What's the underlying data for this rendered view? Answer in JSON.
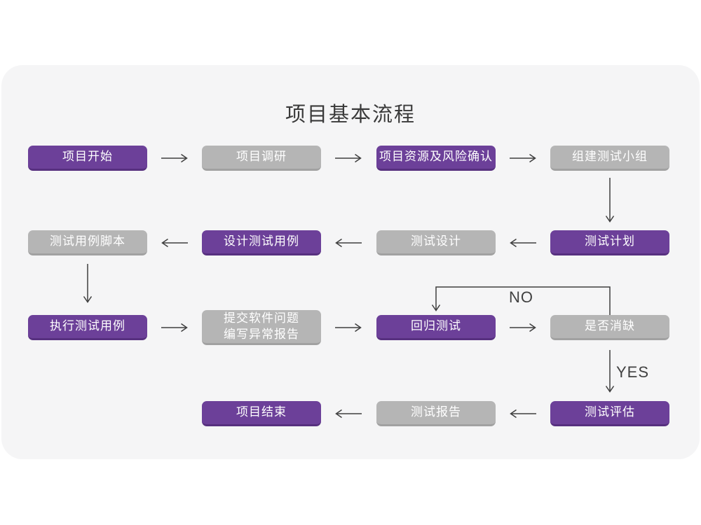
{
  "title": "项目基本流程",
  "edge_labels": {
    "no": "NO",
    "yes": "YES"
  },
  "colors": {
    "page_background": "#ffffff",
    "card_background": "#f5f5f6",
    "node_purple": "#6c4099",
    "node_purple_edge": "#57307f",
    "node_gray": "#b5b5b5",
    "node_gray_edge": "#a1a1a1",
    "arrow": "#3f3f3f",
    "title_text": "#3a3a3a",
    "node_text": "#ffffff"
  },
  "nodes": [
    {
      "id": "project-start",
      "label": "项目开始",
      "variant": "purple",
      "col": 1,
      "row": 1
    },
    {
      "id": "project-research",
      "label": "项目调研",
      "variant": "gray",
      "col": 2,
      "row": 1
    },
    {
      "id": "resources-risk",
      "label": "项目资源及风险确认",
      "variant": "purple",
      "col": 3,
      "row": 1
    },
    {
      "id": "build-test-team",
      "label": "组建测试小组",
      "variant": "gray",
      "col": 4,
      "row": 1
    },
    {
      "id": "test-plan",
      "label": "测试计划",
      "variant": "purple",
      "col": 4,
      "row": 2
    },
    {
      "id": "test-design",
      "label": "测试设计",
      "variant": "gray",
      "col": 3,
      "row": 2
    },
    {
      "id": "design-cases",
      "label": "设计测试用例",
      "variant": "purple",
      "col": 2,
      "row": 2
    },
    {
      "id": "case-scripts",
      "label": "测试用例脚本",
      "variant": "gray",
      "col": 1,
      "row": 2
    },
    {
      "id": "execute-cases",
      "label": "执行测试用例",
      "variant": "purple",
      "col": 1,
      "row": 3
    },
    {
      "id": "submit-issues",
      "label": "提交软件问题 编写异常报告",
      "lines": [
        "提交软件问题",
        "编写异常报告"
      ],
      "variant": "gray",
      "col": 2,
      "row": 3
    },
    {
      "id": "regression-test",
      "label": "回归测试",
      "variant": "purple",
      "col": 3,
      "row": 3
    },
    {
      "id": "defect-cleared",
      "label": "是否消缺",
      "variant": "gray",
      "col": 4,
      "row": 3
    },
    {
      "id": "test-evaluation",
      "label": "测试评估",
      "variant": "purple",
      "col": 4,
      "row": 4
    },
    {
      "id": "test-report",
      "label": "测试报告",
      "variant": "gray",
      "col": 3,
      "row": 4
    },
    {
      "id": "project-end",
      "label": "项目结束",
      "variant": "purple",
      "col": 2,
      "row": 4
    }
  ],
  "edges": [
    {
      "from": "项目开始",
      "to": "项目调研",
      "label": ""
    },
    {
      "from": "项目调研",
      "to": "项目资源及风险确认",
      "label": ""
    },
    {
      "from": "项目资源及风险确认",
      "to": "组建测试小组",
      "label": ""
    },
    {
      "from": "组建测试小组",
      "to": "测试计划",
      "label": ""
    },
    {
      "from": "测试计划",
      "to": "测试设计",
      "label": ""
    },
    {
      "from": "测试设计",
      "to": "设计测试用例",
      "label": ""
    },
    {
      "from": "设计测试用例",
      "to": "测试用例脚本",
      "label": ""
    },
    {
      "from": "测试用例脚本",
      "to": "执行测试用例",
      "label": ""
    },
    {
      "from": "执行测试用例",
      "to": "提交软件问题 编写异常报告",
      "label": ""
    },
    {
      "from": "提交软件问题 编写异常报告",
      "to": "回归测试",
      "label": ""
    },
    {
      "from": "回归测试",
      "to": "是否消缺",
      "label": ""
    },
    {
      "from": "是否消缺",
      "to": "回归测试",
      "label": "NO"
    },
    {
      "from": "是否消缺",
      "to": "测试评估",
      "label": "YES"
    },
    {
      "from": "测试评估",
      "to": "测试报告",
      "label": ""
    },
    {
      "from": "测试报告",
      "to": "项目结束",
      "label": ""
    }
  ]
}
